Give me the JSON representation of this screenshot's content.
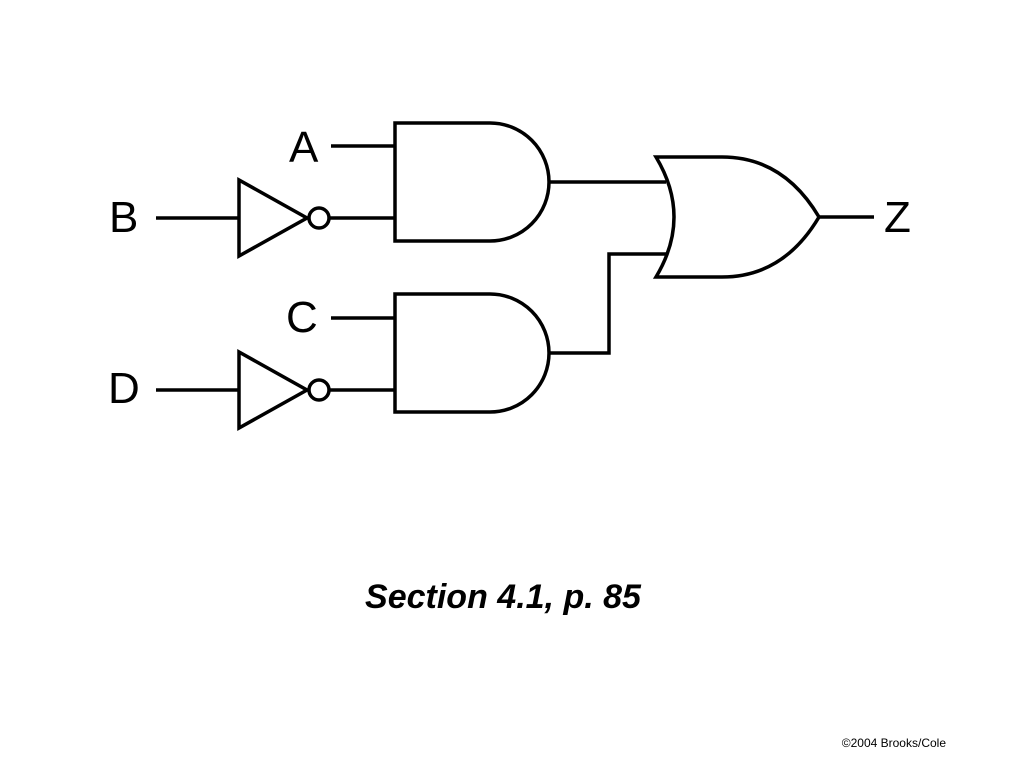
{
  "diagram": {
    "inputs": [
      "A",
      "B",
      "C",
      "D"
    ],
    "output": "Z",
    "gates": [
      {
        "type": "NOT",
        "input": "B"
      },
      {
        "type": "NOT",
        "input": "D"
      },
      {
        "type": "AND",
        "inputs": [
          "A",
          "B'"
        ]
      },
      {
        "type": "AND",
        "inputs": [
          "C",
          "D'"
        ]
      },
      {
        "type": "OR",
        "inputs": [
          "AND1",
          "AND2"
        ],
        "output": "Z"
      }
    ]
  },
  "caption": "Section 4.1, p. 85",
  "copyright": "©2004 Brooks/Cole"
}
